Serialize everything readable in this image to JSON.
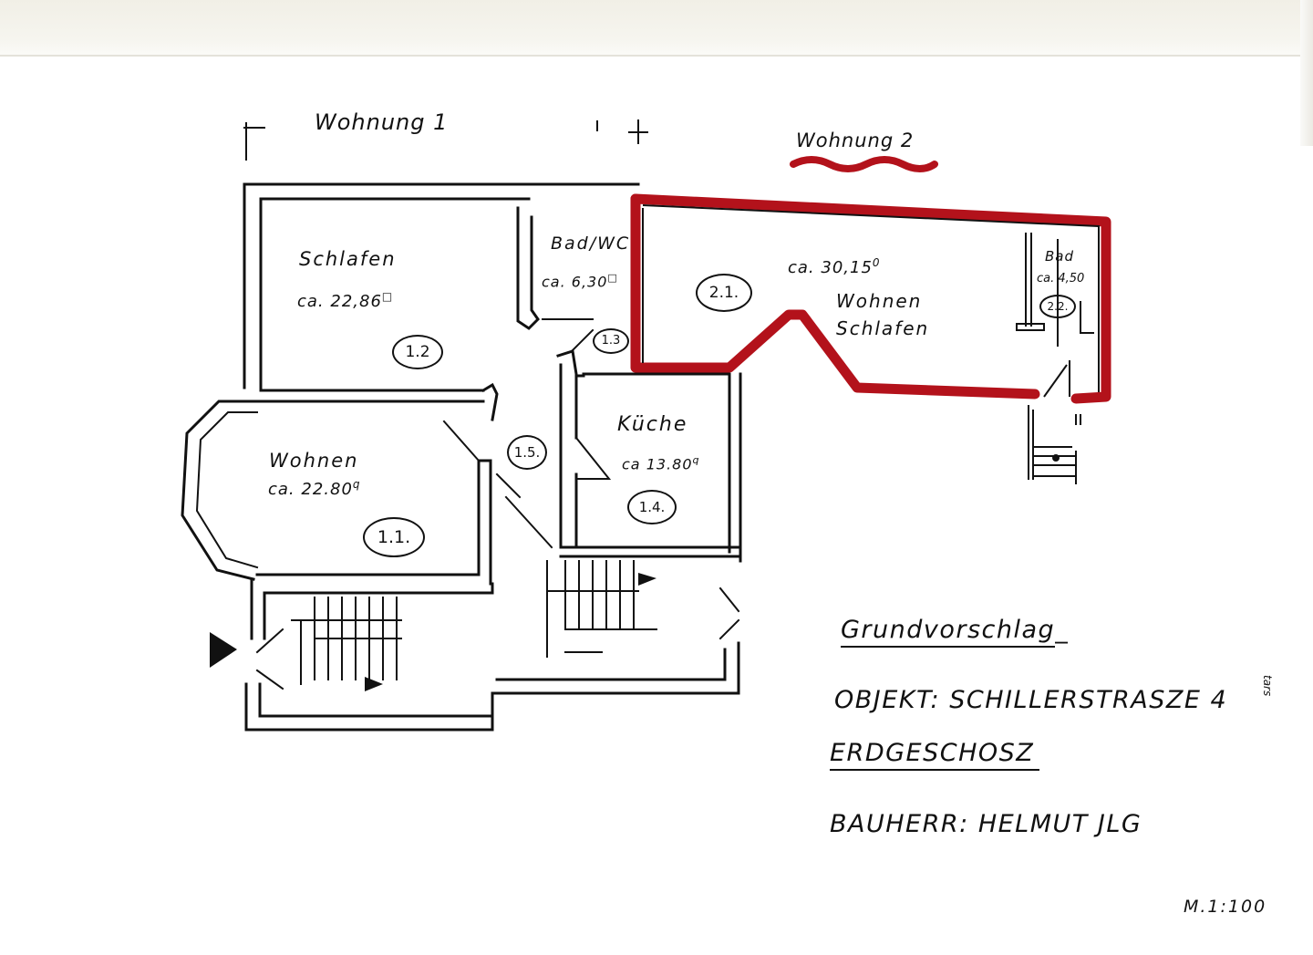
{
  "plan": {
    "apartments": [
      {
        "label": "Wohnung 1"
      },
      {
        "label": "Wohnung 2",
        "highlight_color": "#b3121b"
      }
    ],
    "rooms": [
      {
        "id": "1.1.",
        "name": "Wohnen",
        "area": "ca. 22.80",
        "unit_mark": "q"
      },
      {
        "id": "1.2",
        "name": "Schlafen",
        "area": "ca. 22,86",
        "unit_mark": "□"
      },
      {
        "id": "1.3",
        "name": "Bad/WC",
        "area": "ca. 6,30",
        "unit_mark": "□"
      },
      {
        "id": "1.4.",
        "name": "Küche",
        "area": "ca 13.80",
        "unit_mark": "q"
      },
      {
        "id": "1.5.",
        "name": "",
        "area": ""
      },
      {
        "id": "2.1.",
        "name": "Wohnen Schlafen",
        "name_line1": "Wohnen",
        "name_line2": "Schlafen",
        "area": "ca. 30,15",
        "unit_mark": "0"
      },
      {
        "id": "2.2.",
        "name": "Bad",
        "area": "ca. 4,50"
      }
    ]
  },
  "title_block": {
    "heading": "Grundvorschlag",
    "object_line": "OBJEKT: SCHILLERSTRASZE 4",
    "floor": "ERDGESCHOSZ",
    "owner_line": "BAUHERR: HELMUT JLG",
    "scale": "M.1:100",
    "margin_note": "tars"
  },
  "colors": {
    "ink": "#111111",
    "highlight": "#b3121b",
    "paper": "#ffffff"
  }
}
